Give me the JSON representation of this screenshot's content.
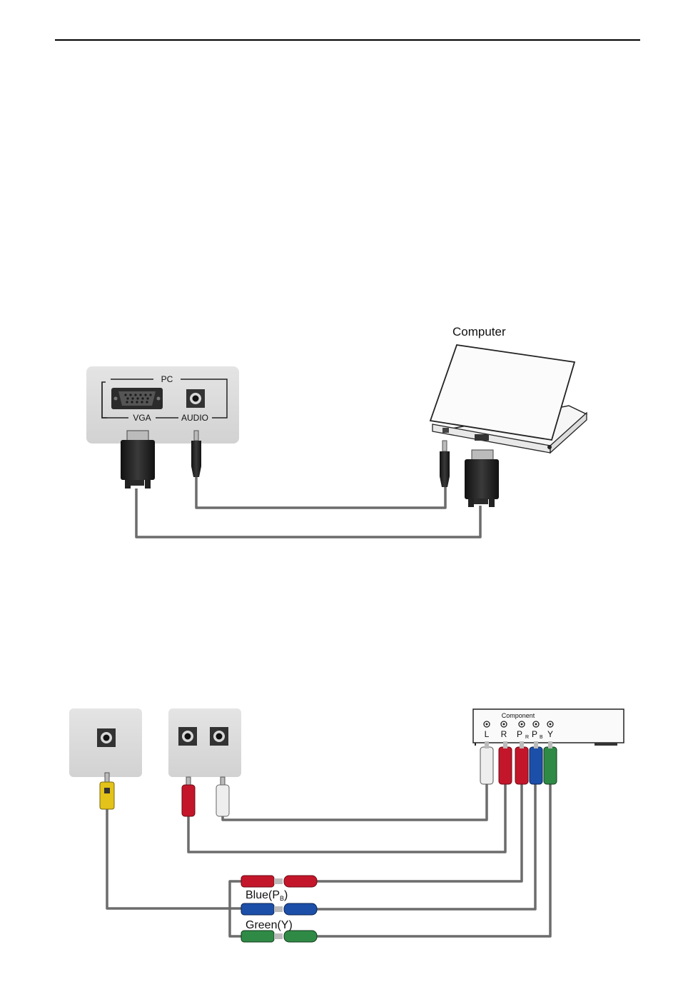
{
  "pc_diagram": {
    "panel_title": "PC",
    "vga_label": "VGA",
    "audio_label": "AUDIO",
    "computer_label": "Computer"
  },
  "component_diagram": {
    "device_brand": "Component",
    "jacks": [
      "L",
      "R",
      "P",
      "P",
      "Y"
    ],
    "jack_subscripts": [
      "",
      "",
      "R",
      "B",
      ""
    ],
    "cable_blue_label": "Blue(P",
    "cable_blue_sub": "B",
    "cable_blue_close": ")",
    "cable_green_label": "Green(Y)"
  },
  "colors": {
    "panel": "#dcdcdc",
    "cable": "#6c6c6c",
    "red": "#c4162a",
    "blue": "#1c4fa8",
    "green": "#2f8a45",
    "yellow": "#e3c21a",
    "white": "#eeeeee"
  }
}
